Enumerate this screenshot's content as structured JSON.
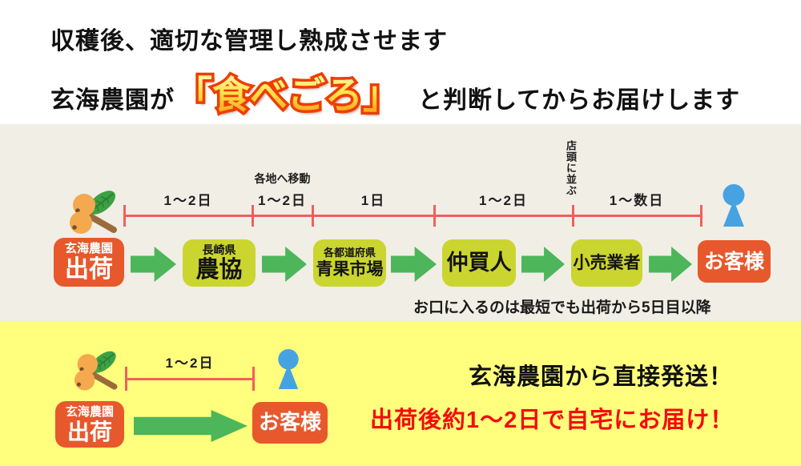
{
  "header": {
    "line1": "収穫後、適切な管理し熟成させます",
    "line2_prefix": "玄海農園が",
    "line2_highlight": "「食べごろ」",
    "line2_suffix": "と判断してからお届けします"
  },
  "market_flow": {
    "timeline": {
      "segments": [
        {
          "label": "1〜2日"
        },
        {
          "label": "1〜2日",
          "sublabel": "各地へ移動"
        },
        {
          "label": "1日"
        },
        {
          "label": "1〜2日"
        },
        {
          "label": "1〜数日"
        }
      ],
      "vertical_note": "店頭に並ぶ"
    },
    "nodes": [
      {
        "sub": "玄海農園",
        "label": "出荷"
      },
      {
        "sub": "長崎県",
        "label": "農協"
      },
      {
        "sub": "各都道府県",
        "label": "青果市場"
      },
      {
        "label": "仲買人"
      },
      {
        "label": "小売業者"
      },
      {
        "label": "お客様"
      }
    ],
    "note": "お口に入るのは最短でも出荷から5日目以降"
  },
  "direct_flow": {
    "timeline_label": "1〜2日",
    "nodes": [
      {
        "sub": "玄海農園",
        "label": "出荷"
      },
      {
        "label": "お客様"
      }
    ],
    "headline": "玄海農園から直接発送！",
    "subline": "出荷後約1〜2日で自宅にお届け！"
  },
  "icons": {
    "fruit": "loquat-icon",
    "customer": "person-icon"
  },
  "colors": {
    "header_bg": "#ffffff",
    "market_bg": "#f1eee5",
    "direct_bg": "#ffff7d",
    "farm_box_red": "#e7582c",
    "stage_box_yellow_green": "#cbd52f",
    "arrow_green": "#4db65a",
    "person_blue": "#47a2e1",
    "timeline_red": "#f0605c",
    "highlight_stroke": "#ee3d00",
    "highlight_fill_top": "#fff59b",
    "highlight_fill_bottom": "#ffa81e",
    "accent_text_red": "#f50b0b"
  }
}
